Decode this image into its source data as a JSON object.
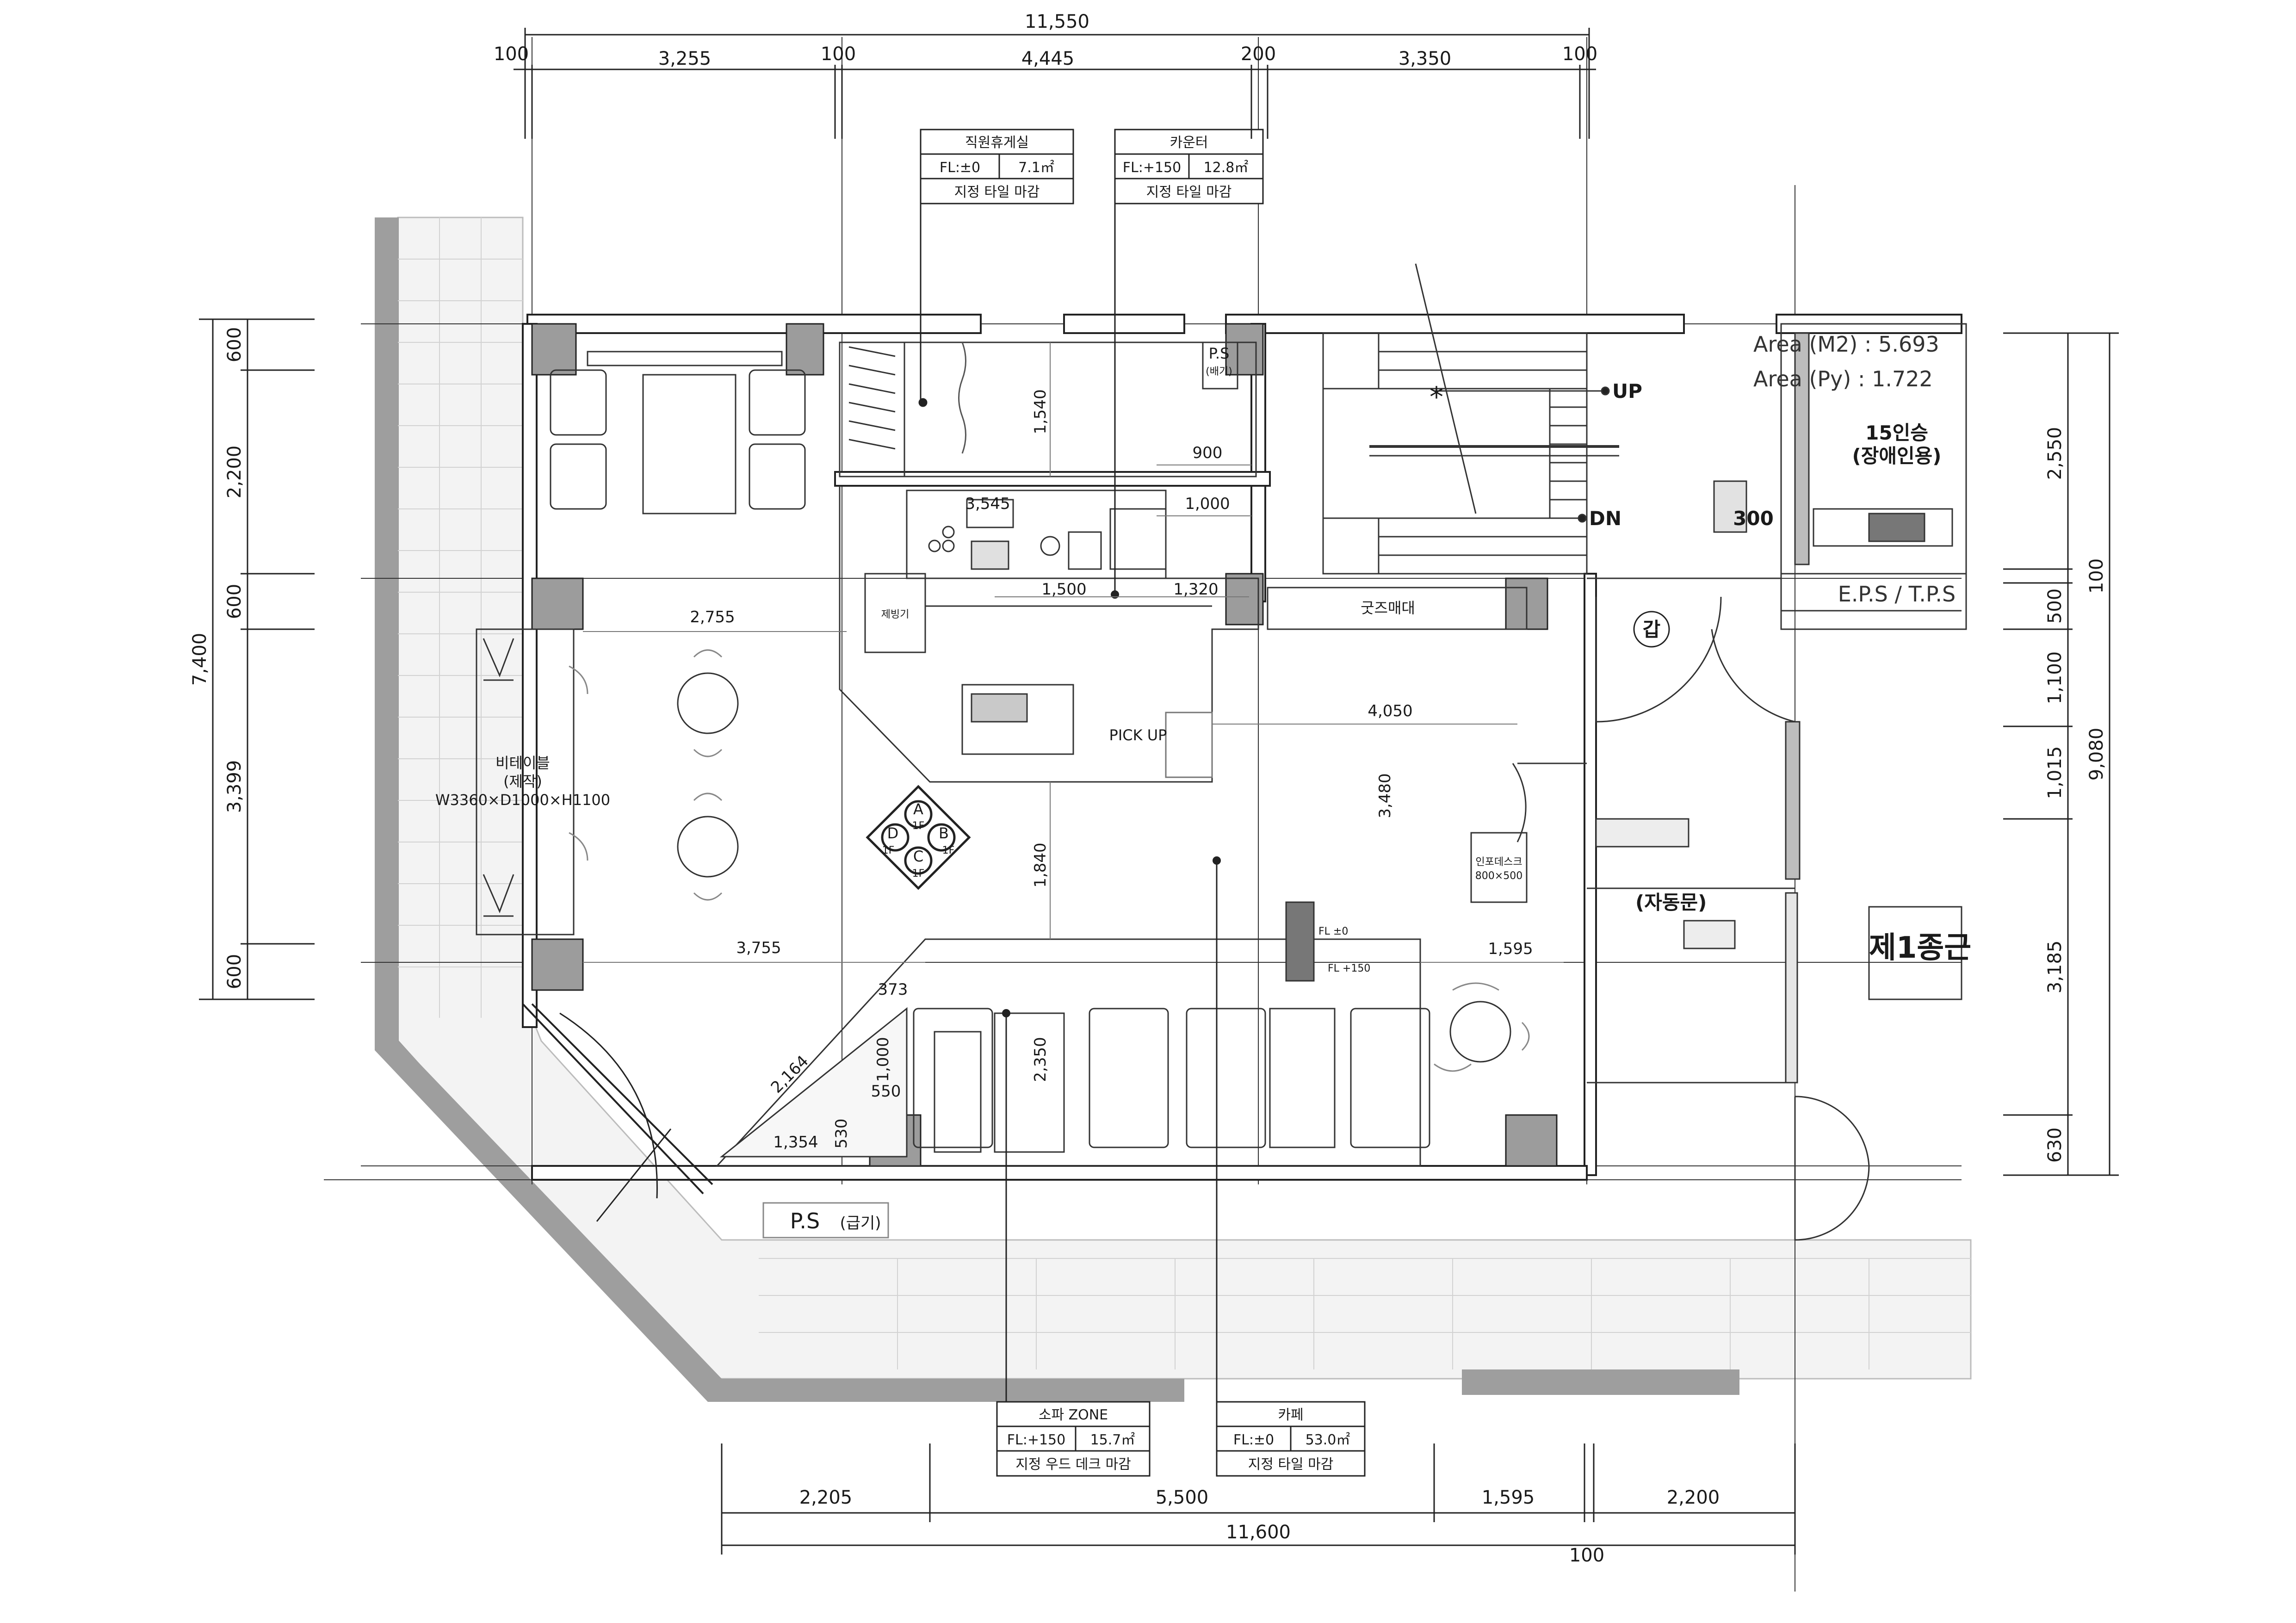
{
  "dimensions": {
    "top_total": "11,550",
    "top_segments": [
      "100",
      "3,255",
      "100",
      "4,445",
      "200",
      "3,350",
      "100"
    ],
    "bottom_segments": [
      "2,205",
      "5,500",
      "1,595",
      "2,200"
    ],
    "bottom_total": "11,600",
    "bottom_extra": "100",
    "left_total": "7,400",
    "left_segments": [
      "600",
      "2,200",
      "600",
      "3,399",
      "600"
    ],
    "right_total": "9,080",
    "right_segments": [
      "2,550",
      "100",
      "500",
      "1,100",
      "1,015",
      "3,185",
      "630"
    ],
    "interior": {
      "d2755": "2,755",
      "d3755": "3,755",
      "d4050": "4,050",
      "d3480": "3,480",
      "d1595": "1,595",
      "d1840": "1,840",
      "d1540": "1,540",
      "d900": "900",
      "d1000": "1,000",
      "d3545": "3,545",
      "d1500": "1,500",
      "d1320": "1,320",
      "d373": "373",
      "d2164": "2,164",
      "d1000b": "1,000",
      "d550": "550",
      "d1354": "1,354",
      "d530": "530",
      "d2350": "2,350",
      "d300": "300"
    }
  },
  "room_tags": [
    {
      "name": "직원휴게실",
      "fl": "FL:±0",
      "area": "7.1㎡",
      "finish": "지정 타일 마감"
    },
    {
      "name": "카운터",
      "fl": "FL:+150",
      "area": "12.8㎡",
      "finish": "지정 타일 마감"
    },
    {
      "name": "소파 ZONE",
      "fl": "FL:+150",
      "area": "15.7㎡",
      "finish": "지정 우드 데크 마감"
    },
    {
      "name": "카페",
      "fl": "FL:±0",
      "area": "53.0㎡",
      "finish": "지정 타일 마감"
    }
  ],
  "labels": {
    "ps_exhaust_1": "P.S",
    "ps_exhaust_2": "(배기)",
    "ps_supply": "P.S",
    "ps_supply_sub": "(급기)",
    "up": "UP",
    "dn": "DN",
    "elevator_1": "15인승",
    "elevator_2": "(장애인용)",
    "eps_tps": "E.P.S / T.P.S",
    "goods_counter": "굿즈매대",
    "ice_machine": "제빙기",
    "pickup": "PICK UP",
    "bar_table_1": "비테이블",
    "bar_table_2": "(제작)",
    "bar_table_3": "W3360×D1000×H1100",
    "info_desk_1": "인포데스크",
    "info_desk_2": "800×500",
    "auto_door": "(자동문)",
    "gap": "갑",
    "class1": "제1종근",
    "fl_zero": "FL ±0",
    "fl_150": "FL +150",
    "area_m2": "Area (M2) : 5.693",
    "area_py": "Area (Py) : 1.722",
    "compass": {
      "a": "A",
      "b": "B",
      "c": "C",
      "d": "D",
      "f1": "1F"
    }
  }
}
